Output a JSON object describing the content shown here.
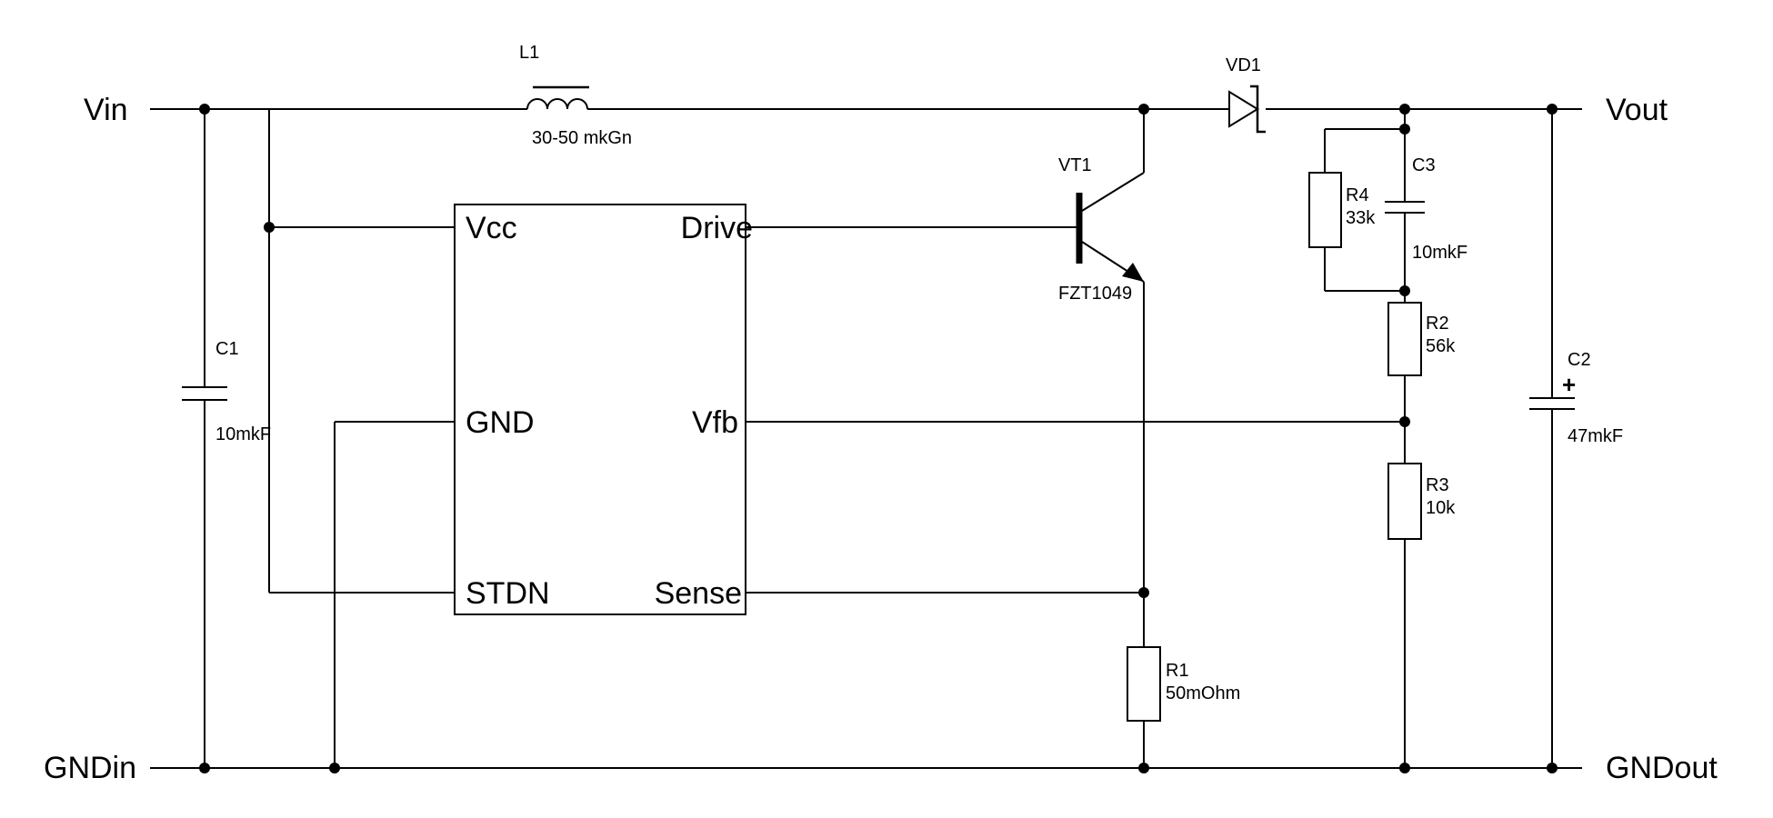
{
  "ports": {
    "vin": "Vin",
    "gnd_in": "GNDin",
    "vout": "Vout",
    "gnd_out": "GNDout"
  },
  "ic": {
    "pins": {
      "vcc": "Vcc",
      "gnd": "GND",
      "stdn": "STDN",
      "drive": "Drive",
      "vfb": "Vfb",
      "sense": "Sense"
    }
  },
  "components": {
    "l1": {
      "ref": "L1",
      "value": "30-50 mkGn"
    },
    "vd1": {
      "ref": "VD1"
    },
    "vt1": {
      "ref": "VT1",
      "part": "FZT1049"
    },
    "c1": {
      "ref": "C1",
      "value": "10mkF"
    },
    "c2": {
      "ref": "C2",
      "value": "47mkF",
      "polarity": "+"
    },
    "c3": {
      "ref": "C3",
      "value": "10mkF"
    },
    "r1": {
      "ref": "R1",
      "value": "50mOhm"
    },
    "r2": {
      "ref": "R2",
      "value": "56k"
    },
    "r3": {
      "ref": "R3",
      "value": "10k"
    },
    "r4": {
      "ref": "R4",
      "value": "33k"
    }
  }
}
